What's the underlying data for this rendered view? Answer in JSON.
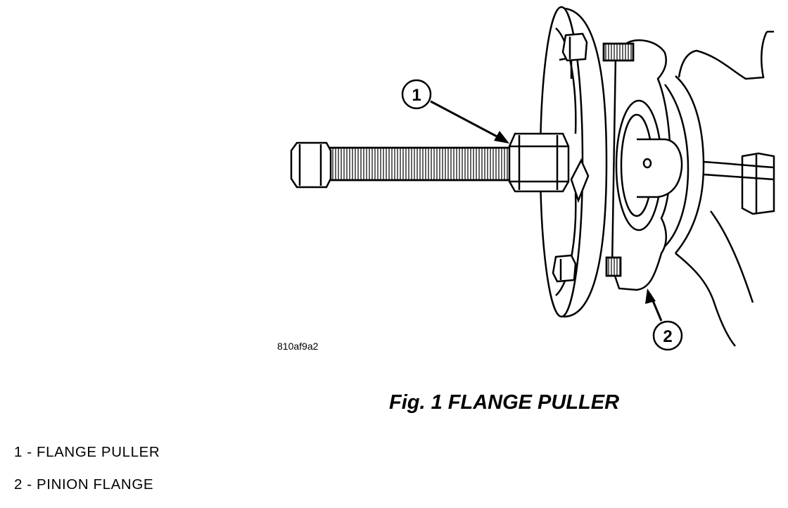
{
  "figure": {
    "reference_code": "810af9a2",
    "caption": "Fig. 1 FLANGE PULLER",
    "callouts": [
      {
        "number": "1"
      },
      {
        "number": "2"
      }
    ]
  },
  "legend": [
    {
      "text": "1 - FLANGE PULLER"
    },
    {
      "text": "2 - PINION FLANGE"
    }
  ]
}
